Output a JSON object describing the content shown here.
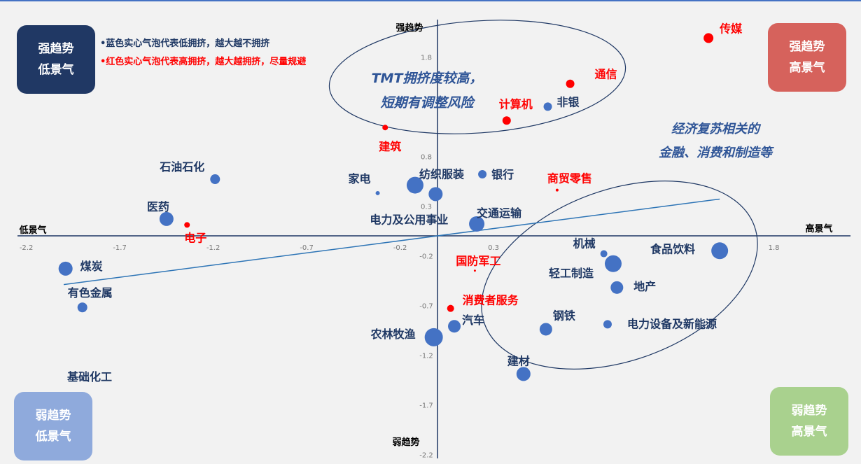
{
  "colors": {
    "low_crowding": "#4472c4",
    "high_crowding": "#ff0000",
    "label_blue": "#1f3864",
    "label_red": "#ff0000",
    "axis": "#1f3864",
    "trend": "#2e75b6"
  },
  "legend": {
    "blue": "•蓝色实心气泡代表低拥挤，越大越不拥挤",
    "red": "•红色实心气泡代表高拥挤，越大越拥挤，尽量规避"
  },
  "quadrants": {
    "top_left": {
      "line1": "强趋势",
      "line2": "低景气"
    },
    "top_right": {
      "line1": "强趋势",
      "line2": "高景气"
    },
    "bottom_left": {
      "line1": "弱趋势",
      "line2": "低景气"
    },
    "bottom_right": {
      "line1": "弱趋势",
      "line2": "高景气"
    }
  },
  "annotations": {
    "tmt_line1": "TMT拥挤度较高，",
    "tmt_line2": "短期有调整风险",
    "econ_line1": "经济复苏相关的",
    "econ_line2": "金融、消费和制造等"
  },
  "chart_data": {
    "type": "scatter",
    "xlabel_low": "低景气",
    "xlabel_high": "高景气",
    "ylabel_high": "强趋势",
    "ylabel_low": "弱趋势",
    "xlim": [
      -2.2,
      2.2
    ],
    "ylim": [
      -2.2,
      2.2
    ],
    "x_ticks": [
      "-2.2",
      "-1.7",
      "-1.2",
      "-0.7",
      "-0.2",
      "0.3",
      "1.8"
    ],
    "x_tick_values": [
      -2.2,
      -1.7,
      -1.2,
      -0.7,
      -0.2,
      0.3,
      1.8
    ],
    "y_ticks": [
      "1.8",
      "0.8",
      "0.3",
      "-0.2",
      "-0.7",
      "-1.2",
      "-1.7",
      "-2.2"
    ],
    "y_tick_values": [
      1.8,
      0.8,
      0.3,
      -0.2,
      -0.7,
      -1.2,
      -1.7,
      -2.2
    ],
    "trendline": {
      "x": [
        -2.0,
        1.51
      ],
      "y": [
        -0.49,
        0.37
      ]
    },
    "points": [
      {
        "name": "传媒",
        "x": 1.45,
        "y": 1.99,
        "size": 7,
        "crowding": "high"
      },
      {
        "name": "通信",
        "x": 0.71,
        "y": 1.53,
        "size": 6,
        "crowding": "high"
      },
      {
        "name": "计算机",
        "x": 0.37,
        "y": 1.16,
        "size": 6,
        "crowding": "high"
      },
      {
        "name": "非银",
        "x": 0.59,
        "y": 1.3,
        "size": 6,
        "crowding": "low"
      },
      {
        "name": "建筑",
        "x": -0.28,
        "y": 1.09,
        "size": 4,
        "crowding": "high"
      },
      {
        "name": "石油石化",
        "x": -1.19,
        "y": 0.57,
        "size": 7,
        "crowding": "low"
      },
      {
        "name": "家电",
        "x": -0.32,
        "y": 0.43,
        "size": 3,
        "crowding": "low"
      },
      {
        "name": "纺织服装",
        "x": -0.12,
        "y": 0.51,
        "size": 12,
        "crowding": "low"
      },
      {
        "name": "电力及公用事业",
        "x": -0.01,
        "y": 0.42,
        "size": 10,
        "crowding": "low"
      },
      {
        "name": "银行",
        "x": 0.24,
        "y": 0.62,
        "size": 6,
        "crowding": "low"
      },
      {
        "name": "商贸零售",
        "x": 0.64,
        "y": 0.46,
        "size": 2,
        "crowding": "high"
      },
      {
        "name": "交通运输",
        "x": 0.21,
        "y": 0.12,
        "size": 11,
        "crowding": "low"
      },
      {
        "name": "医药",
        "x": -1.45,
        "y": 0.17,
        "size": 10,
        "crowding": "low"
      },
      {
        "name": "电子",
        "x": -1.34,
        "y": 0.11,
        "size": 4,
        "crowding": "high"
      },
      {
        "name": "煤炭",
        "x": -1.99,
        "y": -0.33,
        "size": 10,
        "crowding": "low"
      },
      {
        "name": "有色金属",
        "x": -1.9,
        "y": -0.72,
        "size": 7,
        "crowding": "low"
      },
      {
        "name": "机械",
        "x": 0.89,
        "y": -0.18,
        "size": 5,
        "crowding": "low"
      },
      {
        "name": "轻工制造",
        "x": 0.94,
        "y": -0.28,
        "size": 12,
        "crowding": "low"
      },
      {
        "name": "食品饮料",
        "x": 1.51,
        "y": -0.15,
        "size": 12,
        "crowding": "low"
      },
      {
        "name": "地产",
        "x": 0.96,
        "y": -0.52,
        "size": 9,
        "crowding": "low"
      },
      {
        "name": "国防军工",
        "x": 0.2,
        "y": -0.35,
        "size": 1.5,
        "crowding": "high"
      },
      {
        "name": "消费者服务",
        "x": 0.07,
        "y": -0.73,
        "size": 5,
        "crowding": "high"
      },
      {
        "name": "汽车",
        "x": 0.09,
        "y": -0.91,
        "size": 9,
        "crowding": "low"
      },
      {
        "name": "农林牧渔",
        "x": -0.02,
        "y": -1.02,
        "size": 13,
        "crowding": "low"
      },
      {
        "name": "钢铁",
        "x": 0.58,
        "y": -0.94,
        "size": 9,
        "crowding": "low"
      },
      {
        "name": "电力设备及新能源",
        "x": 0.91,
        "y": -0.89,
        "size": 6,
        "crowding": "low"
      },
      {
        "name": "建材",
        "x": 0.46,
        "y": -1.39,
        "size": 10,
        "crowding": "low"
      },
      {
        "name": "基础化工",
        "x": null,
        "y": null,
        "size": 0,
        "crowding": "low"
      }
    ]
  }
}
